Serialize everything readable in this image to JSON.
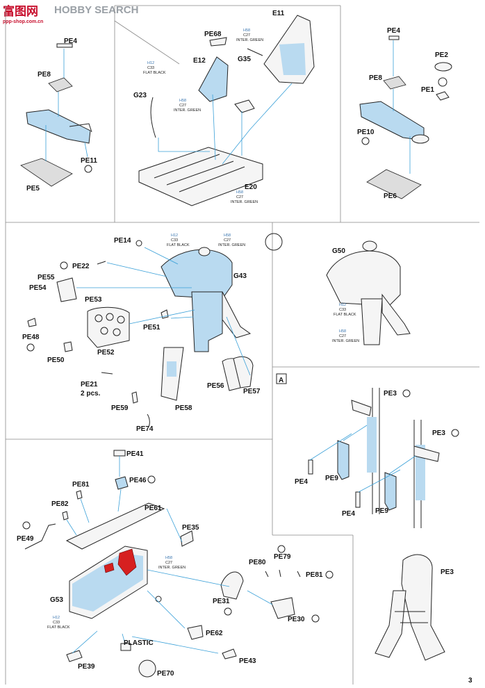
{
  "watermark": {
    "chars": "富图网",
    "brand": "HOBBY SEARCH",
    "url": "ppp-shop.com.cn"
  },
  "page_number": "3",
  "paints": {
    "flat_black": [
      "H12",
      "C33",
      "FLAT BLACK"
    ],
    "inter_green": [
      "H58",
      "C27",
      "INTER. GREEN"
    ]
  },
  "labels": {
    "pe4_a": "PE4",
    "pe8_a": "PE8",
    "pe5": "PE5",
    "pe11": "PE11",
    "pe68": "PE68",
    "e12": "E12",
    "g23": "G23",
    "e11": "E11",
    "g35": "G35",
    "e20": "E20",
    "pe4_b": "PE4",
    "pe2": "PE2",
    "pe8_b": "PE8",
    "pe1": "PE1",
    "pe10": "PE10",
    "pe6": "PE6",
    "pe14": "PE14",
    "pe22": "PE22",
    "pe55": "PE55",
    "pe54": "PE54",
    "pe53": "PE53",
    "pe48": "PE48",
    "pe50": "PE50",
    "pe52": "PE52",
    "pe51": "PE51",
    "g43": "G43",
    "pe21": "PE21",
    "pcs": "2 pcs.",
    "pe59": "PE59",
    "pe58": "PE58",
    "pe74": "PE74",
    "pe56": "PE56",
    "pe57": "PE57",
    "g50": "G50",
    "detail_a": "A",
    "pe3_a": "PE3",
    "pe3_b": "PE3",
    "pe4_c": "PE4",
    "pe9_a": "PE9",
    "pe4_d": "PE4",
    "pe9_b": "PE9",
    "pe3_c": "PE3",
    "pe41": "PE41",
    "pe81_a": "PE81",
    "pe46": "PE46",
    "pe82": "PE82",
    "pe61": "PE61",
    "pe49": "PE49",
    "pe35": "PE35",
    "pe80": "PE80",
    "pe79": "PE79",
    "pe81_b": "PE81",
    "g53": "G53",
    "pe31": "PE31",
    "pe30": "PE30",
    "plastic": "PLASTIC",
    "pe62": "PE62",
    "pe39": "PE39",
    "pe70": "PE70",
    "pe43": "PE43"
  }
}
